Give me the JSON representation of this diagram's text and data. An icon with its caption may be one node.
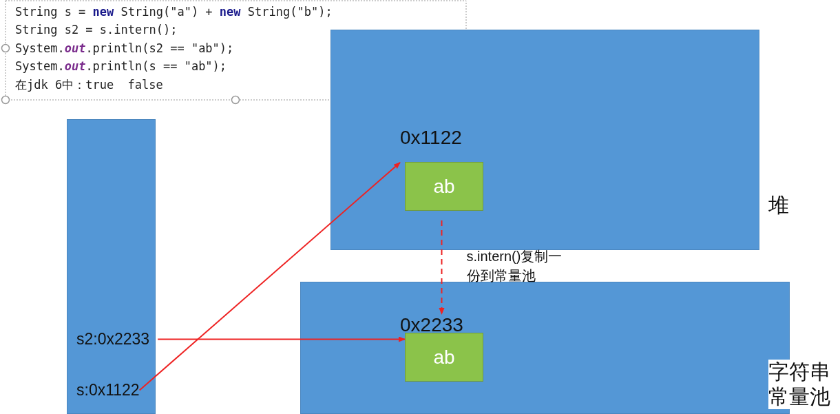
{
  "diagram": {
    "nodes": [
      {
        "text": [],
        "shape": "bar"
      },
      {
        "text": [
          "s2:0x2233"
        ],
        "in": 0
      },
      {
        "text": [
          "s:0x1122"
        ],
        "in": 0
      },
      {
        "text": [
          "堆"
        ]
      },
      {
        "text": [
          "ab"
        ],
        "beside": [
          "0x1122"
        ],
        "in": 3
      },
      {
        "text": [
          "字符串常量池"
        ]
      },
      {
        "text": [
          "ab"
        ],
        "beside": [
          "0x2233"
        ],
        "in": 5
      }
    ],
    "edges": [
      {
        "from": 2,
        "to": 4,
        "arrow": "to"
      },
      {
        "from": 1,
        "to": 6,
        "arrow": "to"
      },
      {
        "from": 4,
        "to": 6,
        "arrow": "to",
        "style": "dashed",
        "label": "s.intern()复制一份到常量池"
      }
    ],
    "labels": [
      "String s = **new** String(\"a\") + **new** String(\"b\");",
      "String s2 = s.intern();",
      "System.*out*.println(s2 == \"ab\");",
      "System.*out*.println(s == \"ab\");",
      "在jdk 6中：true  false"
    ]
  }
}
